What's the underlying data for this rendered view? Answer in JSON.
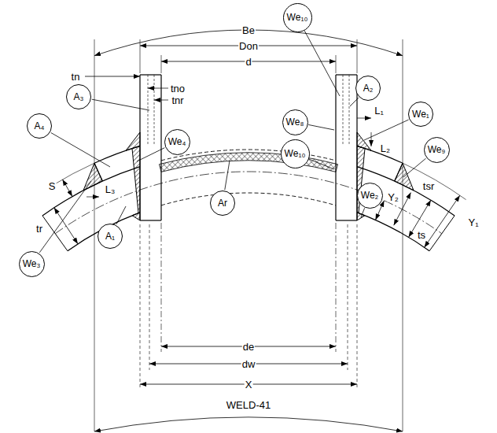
{
  "diagram": {
    "nodes": [
      {
        "text": [
          "We₁₀"
        ]
      },
      {
        "text": [
          "A₃"
        ]
      },
      {
        "text": [
          "A₂"
        ]
      },
      {
        "text": [
          "We₁"
        ]
      },
      {
        "text": [
          "We₈"
        ]
      },
      {
        "text": [
          "A₄"
        ]
      },
      {
        "text": [
          "We₄"
        ]
      },
      {
        "text": [
          "We₉"
        ]
      },
      {
        "text": [
          "We₁₀"
        ]
      },
      {
        "text": [
          "Ar"
        ]
      },
      {
        "text": [
          "We₂"
        ]
      },
      {
        "text": [
          "A₁"
        ]
      },
      {
        "text": [
          "We₃"
        ]
      }
    ],
    "labels": [
      "Be",
      "Don",
      "tn",
      "d",
      "tno",
      "tnr",
      "L₁",
      "L₂",
      "S",
      "L₃",
      "tr",
      "tsr",
      "Y₁",
      "Y₂",
      "ts",
      "de",
      "dw",
      "X",
      "WELD-41"
    ]
  }
}
